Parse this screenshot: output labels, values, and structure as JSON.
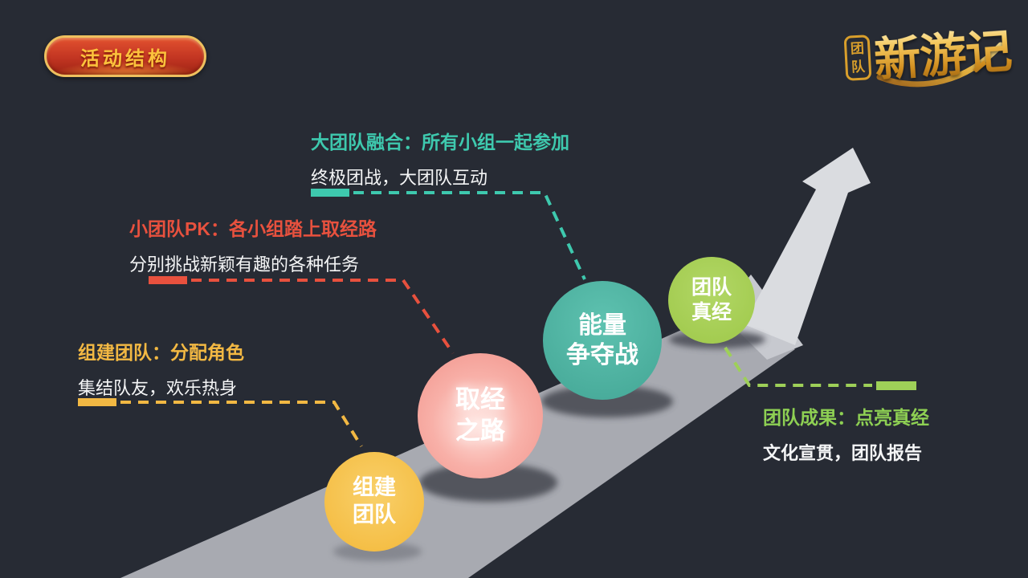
{
  "header": {
    "button_label": "活动结构"
  },
  "logo": {
    "seal_text": "团队",
    "brand_text": "新游记"
  },
  "annotations": [
    {
      "id": "big-team",
      "title": "大团队融合：所有小组一起参加",
      "subtitle": "终极团战，大团队互动",
      "color": "#3ec9ae"
    },
    {
      "id": "small-team",
      "title": "小团队PK：各小组踏上取经路",
      "subtitle": "分别挑战新颖有趣的各种任务",
      "color": "#e8513e"
    },
    {
      "id": "build-team",
      "title": "组建团队：分配角色",
      "subtitle": "集结队友，欢乐热身",
      "color": "#f2b843"
    },
    {
      "id": "team-result",
      "title": "团队成果：点亮真经",
      "subtitle": "文化宣贯，团队报告",
      "color": "#8ed053"
    }
  ],
  "steps": [
    {
      "line1": "组建",
      "line2": "团队",
      "color": "#f5c04a"
    },
    {
      "line1": "取经",
      "line2": "之路",
      "color": "#f49a91"
    },
    {
      "line1": "能量",
      "line2": "争夺战",
      "color": "#4cb3a2"
    },
    {
      "line1": "团队",
      "line2": "真经",
      "color": "#a4cc52"
    }
  ],
  "colors": {
    "background": "#272b34",
    "road": "#a8aab1",
    "arrow": "#dadce0",
    "badge_red": "#c23522",
    "gold": "#d99f2b",
    "white_text": "#f4f5f6"
  }
}
